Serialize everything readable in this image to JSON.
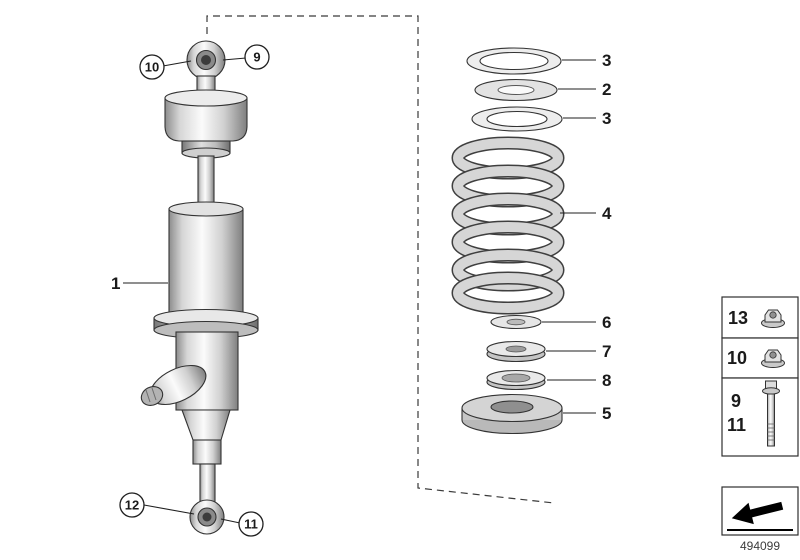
{
  "callouts": {
    "upper_joint_nut": "10",
    "upper_joint": "9",
    "shock_absorber": "1",
    "lower_joint_nut": "12",
    "lower_joint": "11",
    "ring_top": "3",
    "washer_top": "2",
    "ring_mid": "3",
    "coil_spring": "4",
    "washer_small": "6",
    "washer_mid": "7",
    "washer_lower": "8",
    "spring_pad": "5"
  },
  "legend": {
    "rows": [
      {
        "label": "13",
        "icon": "flange-nut-icon"
      },
      {
        "label": "10",
        "icon": "flange-nut-icon"
      },
      {
        "label": "9",
        "icon": "bolt-icon"
      },
      {
        "label": "11",
        "icon": "bolt-icon"
      }
    ],
    "direction_icon": "direction-arrow-icon"
  },
  "footer": {
    "doc_number": "494099"
  },
  "colors": {
    "line": "#2f2f2f",
    "background": "#ffffff",
    "metal_light": "#fafafa",
    "metal_dark": "#7f7f7f"
  }
}
